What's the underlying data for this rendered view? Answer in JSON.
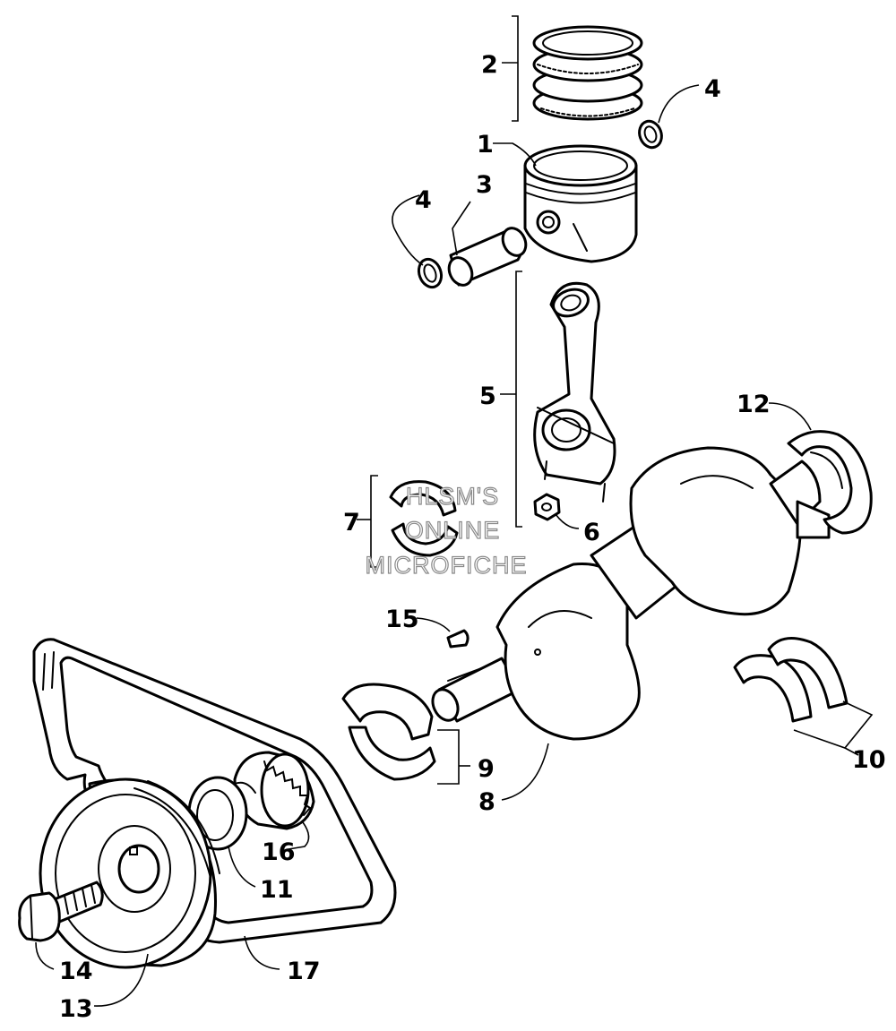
{
  "callouts": {
    "c1": "1",
    "c2": "2",
    "c3": "3",
    "c4a": "4",
    "c4b": "4",
    "c5": "5",
    "c6": "6",
    "c7": "7",
    "c8": "8",
    "c9": "9",
    "c10": "10",
    "c11": "11",
    "c12": "12",
    "c13": "13",
    "c14": "14",
    "c15": "15",
    "c16": "16",
    "c17": "17"
  },
  "watermark": {
    "line1": "HLSM'S",
    "line2": "ONLINE",
    "line3": "MICROFICHE"
  },
  "colors": {
    "ink": "#000000",
    "paper": "#ffffff",
    "watermark_outline": "#8a8a8a"
  }
}
